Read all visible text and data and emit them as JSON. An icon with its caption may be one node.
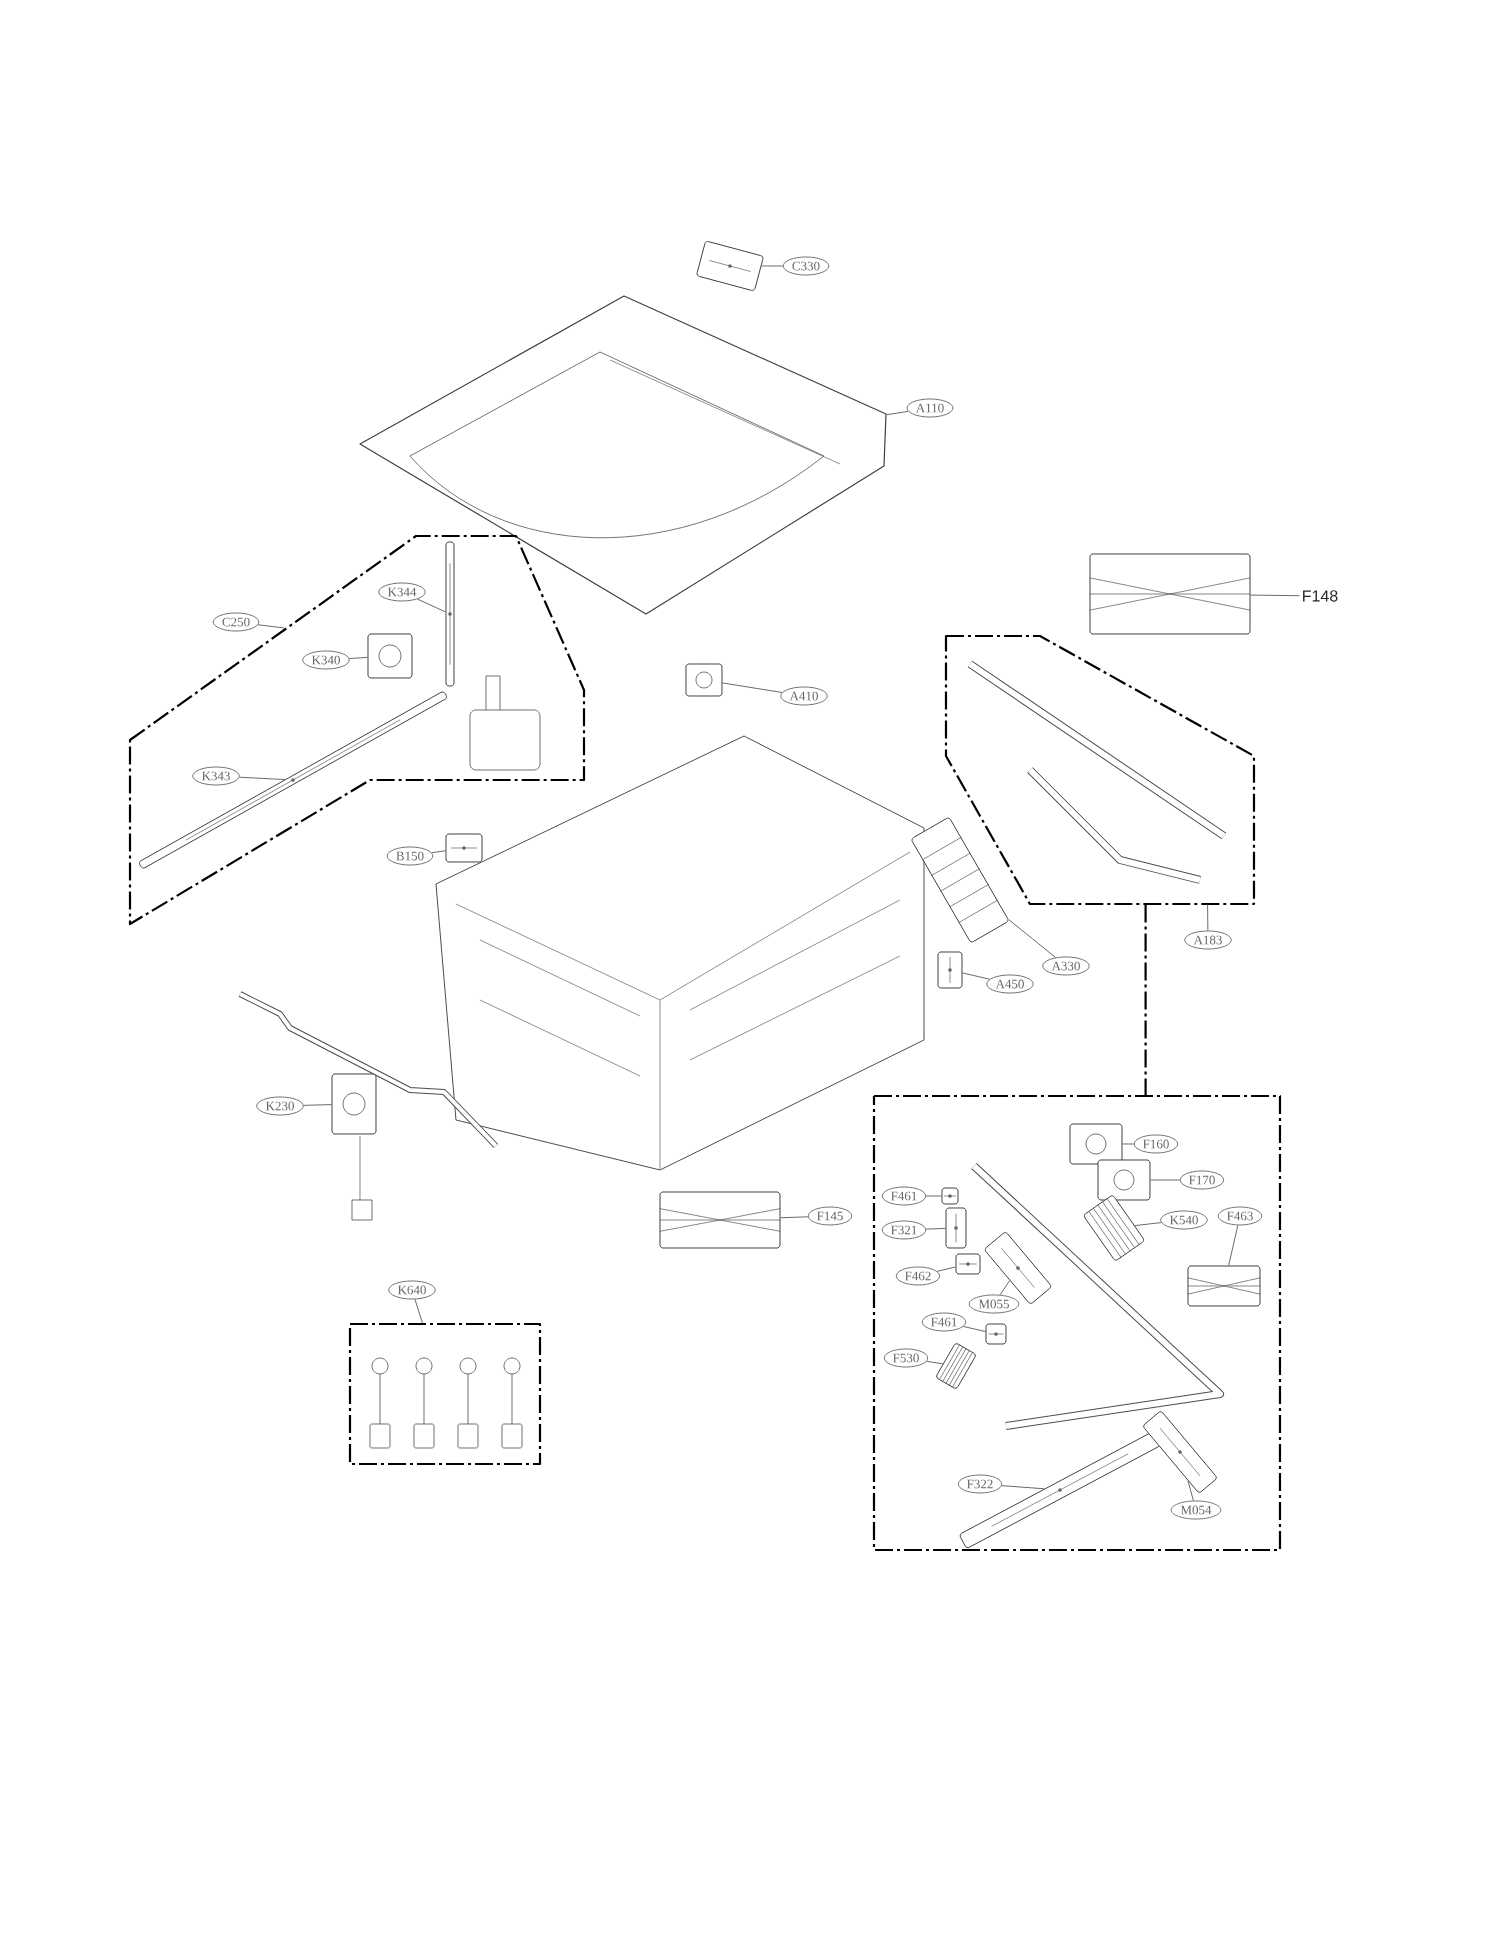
{
  "diagram": {
    "nodes": [
      {
        "text": [
          "C330"
        ]
      },
      {
        "text": [],
        "shape": "picture"
      },
      {
        "text": [
          "A110"
        ]
      },
      {
        "text": [],
        "shape": "picture"
      },
      {
        "text": [
          "C250"
        ]
      },
      {
        "text": [],
        "shape": "box"
      },
      {
        "text": [
          "K344"
        ],
        "in": 5
      },
      {
        "text": [],
        "shape": "picture",
        "in": 5
      },
      {
        "text": [
          "K340"
        ],
        "in": 5
      },
      {
        "text": [],
        "shape": "picture",
        "in": 5
      },
      {
        "text": [
          "K343"
        ],
        "in": 5
      },
      {
        "text": [],
        "shape": "picture",
        "in": 5
      },
      {
        "text": [
          "A410"
        ]
      },
      {
        "text": [],
        "shape": "picture"
      },
      {
        "text": [
          "F148"
        ]
      },
      {
        "text": [],
        "shape": "picture"
      },
      {
        "text": [],
        "shape": "box"
      },
      {
        "text": [
          "A183"
        ]
      },
      {
        "text": [
          "B150"
        ]
      },
      {
        "text": [],
        "shape": "picture"
      },
      {
        "text": [
          "A330"
        ]
      },
      {
        "text": [],
        "shape": "picture"
      },
      {
        "text": [
          "A450"
        ]
      },
      {
        "text": [],
        "shape": "picture"
      },
      {
        "text": [
          "K230"
        ]
      },
      {
        "text": [],
        "shape": "picture"
      },
      {
        "text": [
          "F145"
        ]
      },
      {
        "text": [],
        "shape": "picture"
      },
      {
        "text": [],
        "shape": "box"
      },
      {
        "text": [
          "F160"
        ],
        "in": 28
      },
      {
        "text": [],
        "shape": "picture",
        "in": 28
      },
      {
        "text": [
          "F170"
        ],
        "in": 28
      },
      {
        "text": [],
        "shape": "picture",
        "in": 28
      },
      {
        "text": [
          "F461"
        ],
        "in": 28
      },
      {
        "text": [],
        "shape": "picture",
        "in": 28
      },
      {
        "text": [
          "K540"
        ],
        "in": 28
      },
      {
        "text": [],
        "shape": "picture",
        "in": 28
      },
      {
        "text": [
          "F463"
        ],
        "in": 28
      },
      {
        "text": [],
        "shape": "picture",
        "in": 28
      },
      {
        "text": [
          "F321"
        ],
        "in": 28
      },
      {
        "text": [],
        "shape": "picture",
        "in": 28
      },
      {
        "text": [
          "F462"
        ],
        "in": 28
      },
      {
        "text": [],
        "shape": "picture",
        "in": 28
      },
      {
        "text": [
          "M055"
        ],
        "in": 28
      },
      {
        "text": [],
        "shape": "picture",
        "in": 28
      },
      {
        "text": [
          "F461"
        ],
        "in": 28
      },
      {
        "text": [],
        "shape": "picture",
        "in": 28
      },
      {
        "text": [
          "F530"
        ],
        "in": 28
      },
      {
        "text": [],
        "shape": "picture",
        "in": 28
      },
      {
        "text": [
          "F322"
        ],
        "in": 28
      },
      {
        "text": [],
        "shape": "picture",
        "in": 28
      },
      {
        "text": [
          "M054"
        ],
        "in": 28
      },
      {
        "text": [],
        "shape": "picture",
        "in": 28
      },
      {
        "text": [
          "K640"
        ]
      },
      {
        "text": [],
        "shape": "box"
      }
    ],
    "edges": [
      {
        "from": 0,
        "to": 1,
        "arrow": "none"
      },
      {
        "from": 2,
        "to": 3,
        "arrow": "none"
      },
      {
        "from": 4,
        "to": 5,
        "arrow": "none"
      },
      {
        "from": 6,
        "to": 7,
        "arrow": "none"
      },
      {
        "from": 8,
        "to": 9,
        "arrow": "none"
      },
      {
        "from": 10,
        "to": 11,
        "arrow": "none"
      },
      {
        "from": 12,
        "to": 13,
        "arrow": "none"
      },
      {
        "from": 14,
        "to": 15,
        "arrow": "none"
      },
      {
        "from": 17,
        "to": 16,
        "arrow": "none"
      },
      {
        "from": 16,
        "to": 28,
        "arrow": "none",
        "style": "dashed"
      },
      {
        "from": 18,
        "to": 19,
        "arrow": "none"
      },
      {
        "from": 20,
        "to": 21,
        "arrow": "none"
      },
      {
        "from": 22,
        "to": 23,
        "arrow": "none"
      },
      {
        "from": 24,
        "to": 25,
        "arrow": "none"
      },
      {
        "from": 26,
        "to": 27,
        "arrow": "none"
      },
      {
        "from": 29,
        "to": 30,
        "arrow": "none"
      },
      {
        "from": 31,
        "to": 32,
        "arrow": "none"
      },
      {
        "from": 33,
        "to": 34,
        "arrow": "none"
      },
      {
        "from": 35,
        "to": 36,
        "arrow": "none"
      },
      {
        "from": 37,
        "to": 38,
        "arrow": "none"
      },
      {
        "from": 39,
        "to": 40,
        "arrow": "none"
      },
      {
        "from": 41,
        "to": 42,
        "arrow": "none"
      },
      {
        "from": 43,
        "to": 44,
        "arrow": "none"
      },
      {
        "from": 45,
        "to": 46,
        "arrow": "none"
      },
      {
        "from": 47,
        "to": 48,
        "arrow": "none"
      },
      {
        "from": 49,
        "to": 50,
        "arrow": "none"
      },
      {
        "from": 51,
        "to": 52,
        "arrow": "none"
      },
      {
        "from": 53,
        "to": 54,
        "arrow": "none"
      }
    ]
  }
}
